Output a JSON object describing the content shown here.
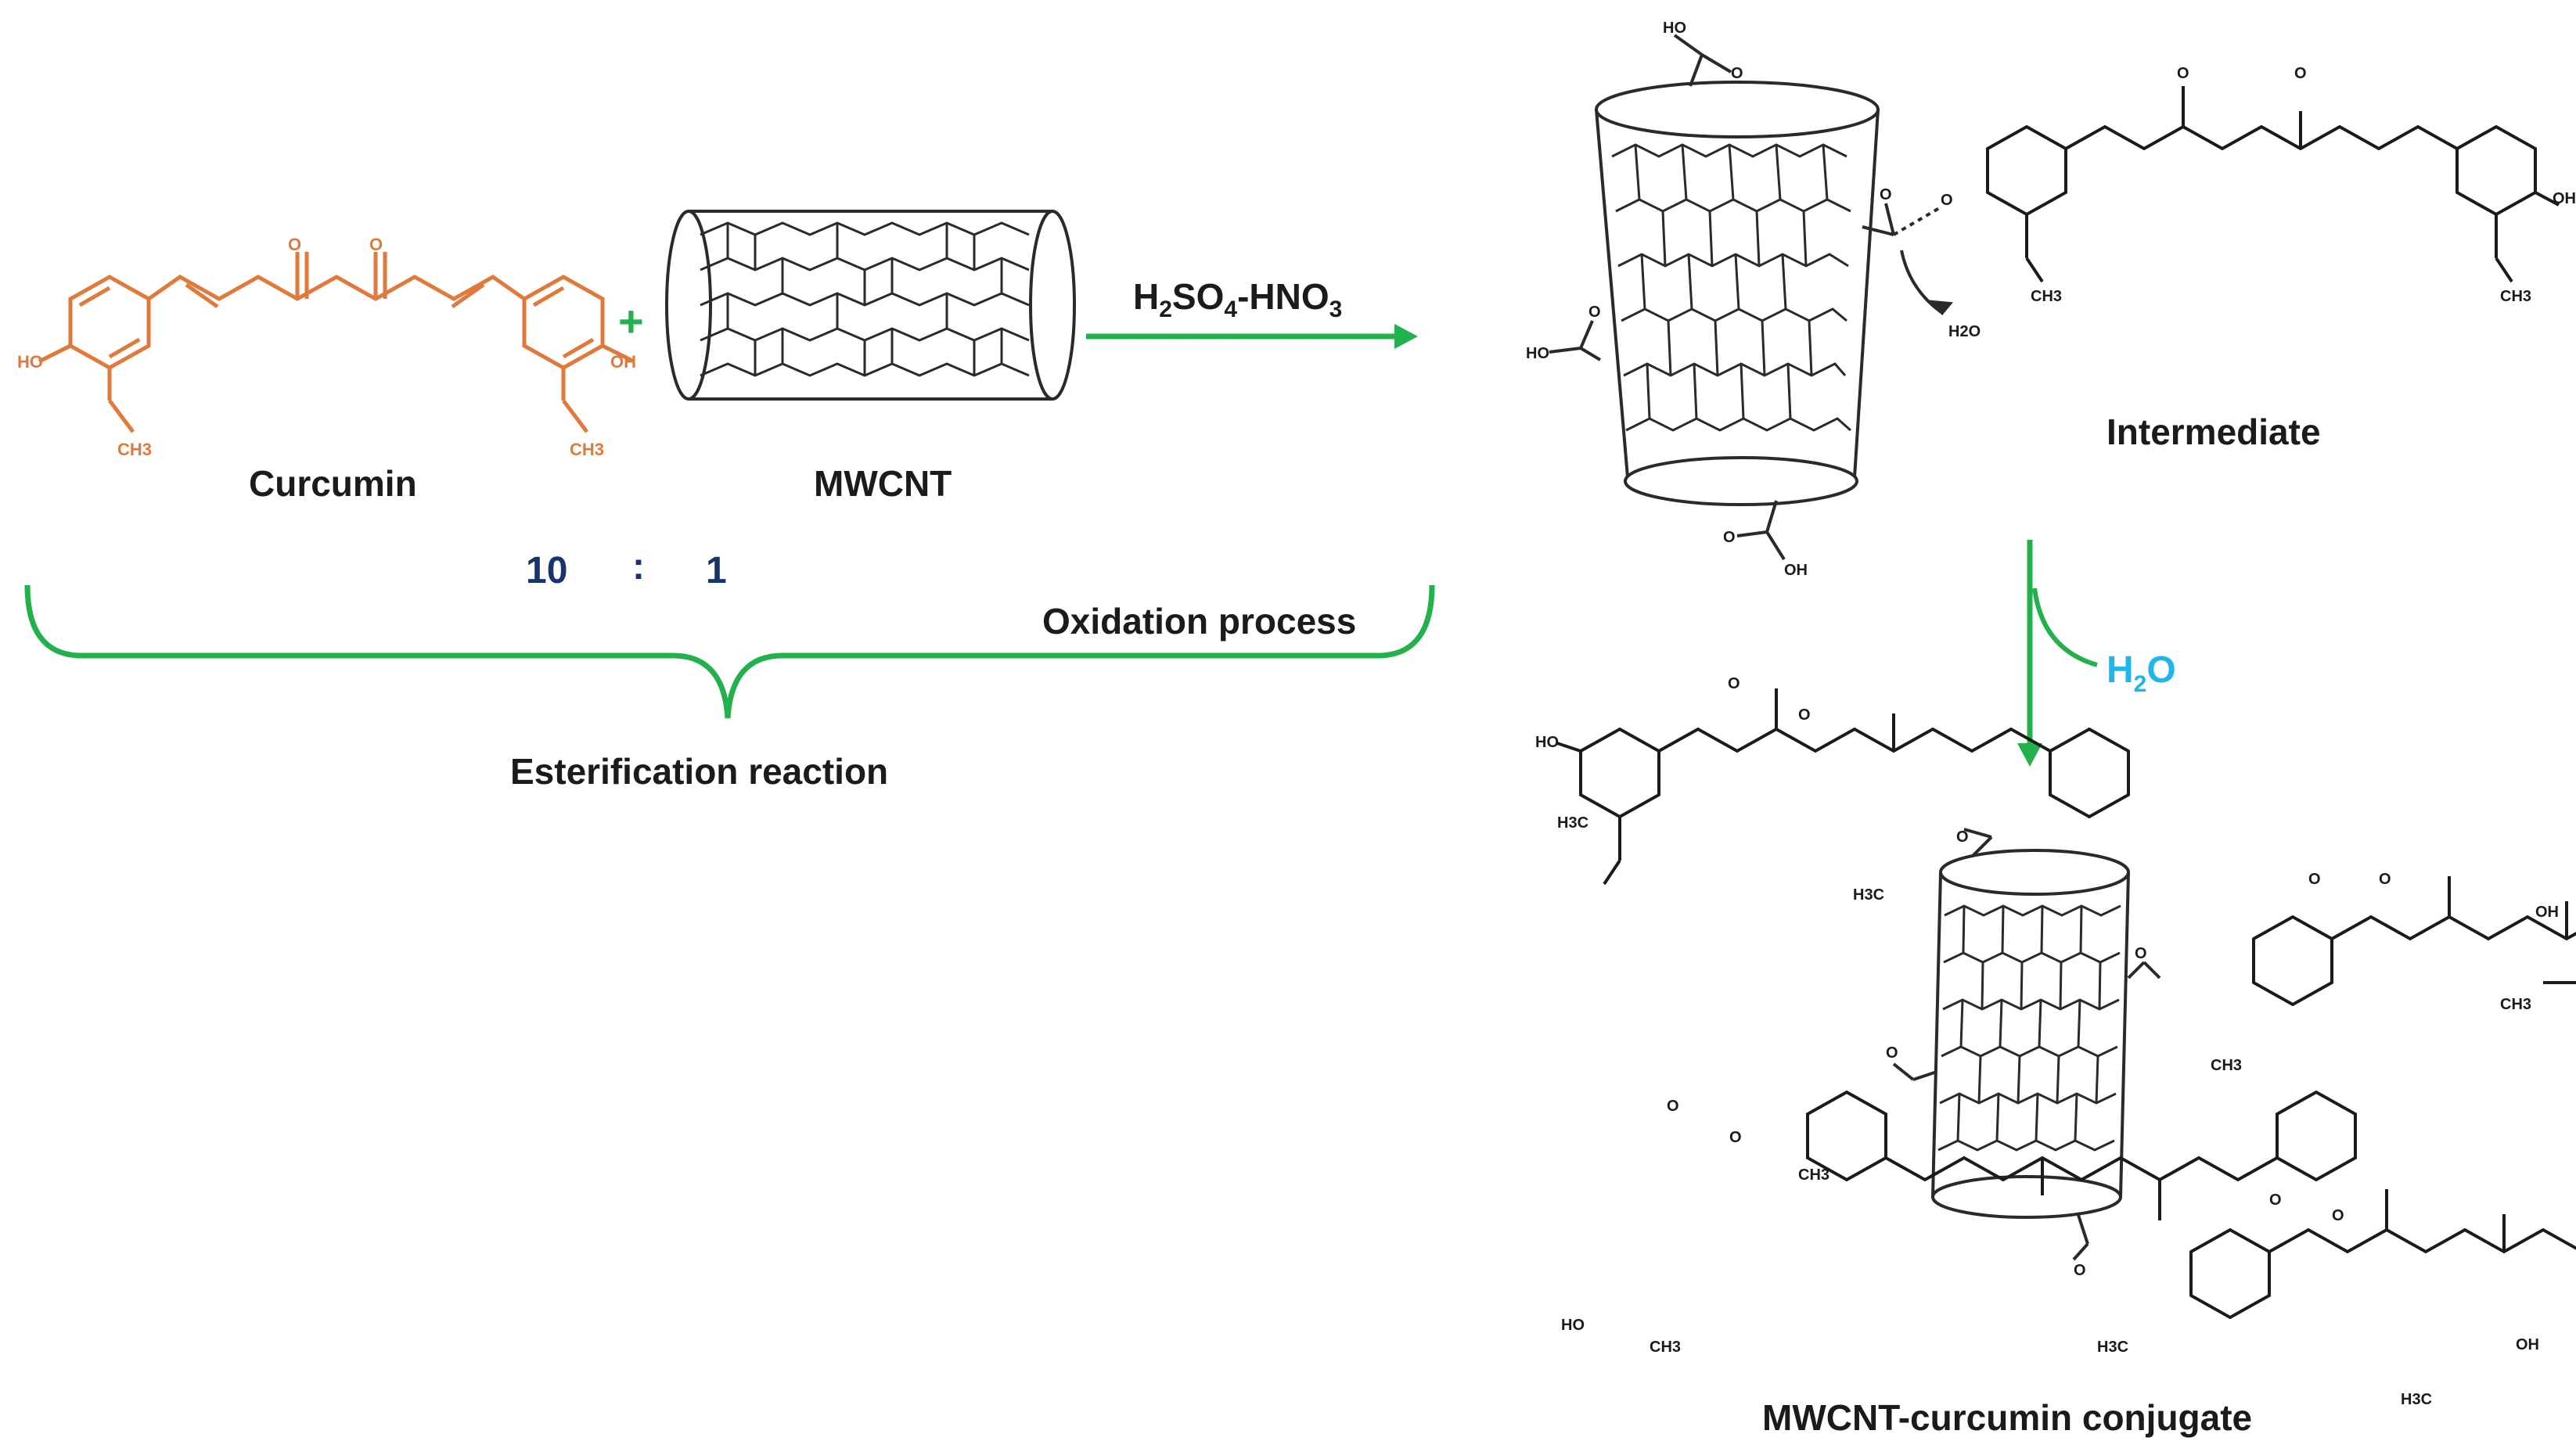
{
  "colors": {
    "green": "#22b14c",
    "orange": "#e07a3c",
    "cyan": "#21b6e9",
    "ratio_blue": "#17356b",
    "ink": "#1b1b1b"
  },
  "labels": {
    "curcumin": "Curcumin",
    "plus": "+",
    "mwcnt": "MWCNT",
    "ratio_left": "10",
    "ratio_sep": ":",
    "ratio_right": "1",
    "oxidation": "Oxidation process",
    "esterification": "Esterification reaction",
    "reagent_h": "H",
    "reagent_2": "2",
    "reagent_so": "SO",
    "reagent_4": "4",
    "reagent_hno": "-HNO",
    "reagent_3": "3",
    "intermediate": "Intermediate",
    "water_h": "H",
    "water_2": "2",
    "water_o": "O",
    "conjugate": "MWCNT-curcumin conjugate"
  },
  "atoms": {
    "oh": "OH",
    "ho": "HO",
    "o": "O",
    "ch3": "CH3",
    "h3c": "H3C",
    "h2o": "H2O"
  }
}
